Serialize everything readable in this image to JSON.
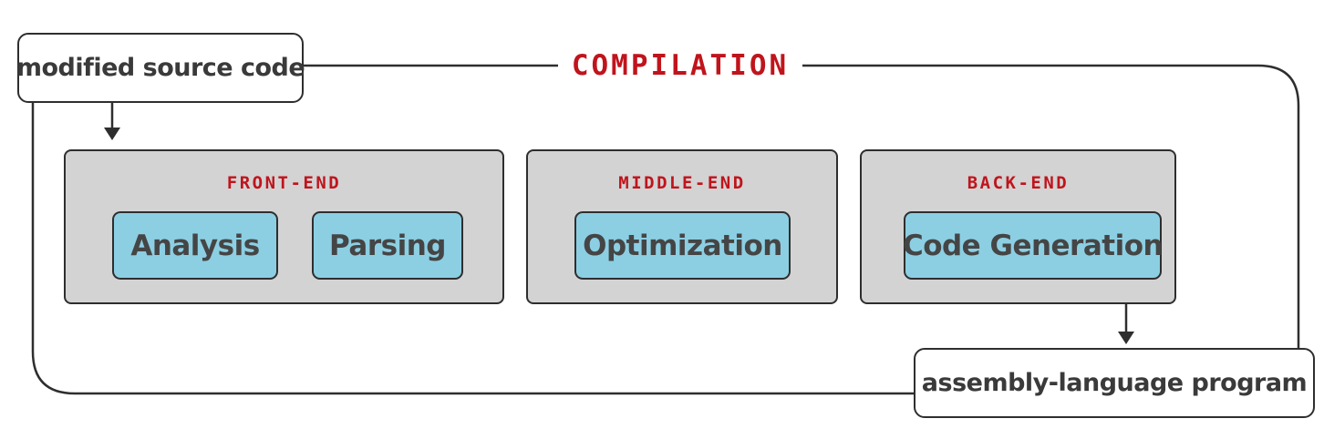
{
  "diagram": {
    "title": "COMPILATION",
    "input": "modified source code",
    "output": "assembly-language program",
    "stages": [
      {
        "name": "FRONT-END",
        "phases": [
          "Analysis",
          "Parsing"
        ]
      },
      {
        "name": "MIDDLE-END",
        "phases": [
          "Optimization"
        ]
      },
      {
        "name": "BACK-END",
        "phases": [
          "Code Generation"
        ]
      }
    ]
  },
  "colors": {
    "title": "#c0141c",
    "stage_fill": "#d3d3d3",
    "phase_fill": "#8ccfe3",
    "outline": "#2e2e2e",
    "text": "#454545"
  }
}
